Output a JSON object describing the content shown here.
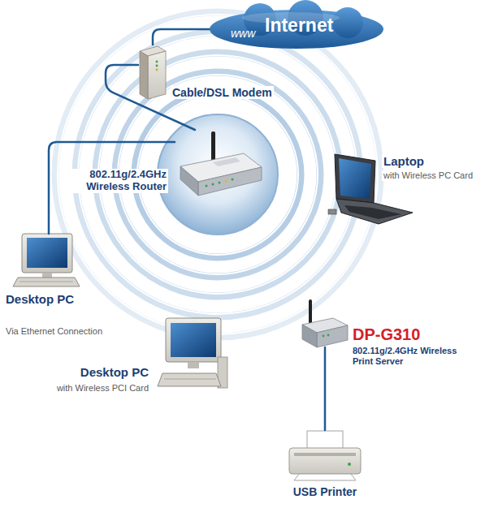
{
  "diagram": {
    "nodes": [
      {
        "text": [
          "www",
          "Internet"
        ]
      },
      {
        "text": [
          "Cable/DSL Modem"
        ]
      },
      {
        "text": [
          "802.11g/2.4GHz Wireless Router"
        ]
      },
      {
        "text": [
          "Laptop",
          "with Wireless PC Card"
        ]
      },
      {
        "text": [
          "Desktop PC",
          "Via Ethernet Connection"
        ]
      },
      {
        "text": [
          "Desktop PC",
          "with Wireless PCI Card"
        ]
      },
      {
        "text": [
          "DP-G310",
          "802.11g/2.4GHz Wireless Print Server"
        ]
      },
      {
        "text": [
          "USB Printer"
        ]
      }
    ],
    "edges": [
      {
        "from": 0,
        "to": 1,
        "arrow": "none"
      },
      {
        "from": 1,
        "to": 2,
        "arrow": "none"
      },
      {
        "from": 2,
        "to": 4,
        "arrow": "none"
      },
      {
        "from": 6,
        "to": 7,
        "arrow": "none"
      }
    ]
  }
}
